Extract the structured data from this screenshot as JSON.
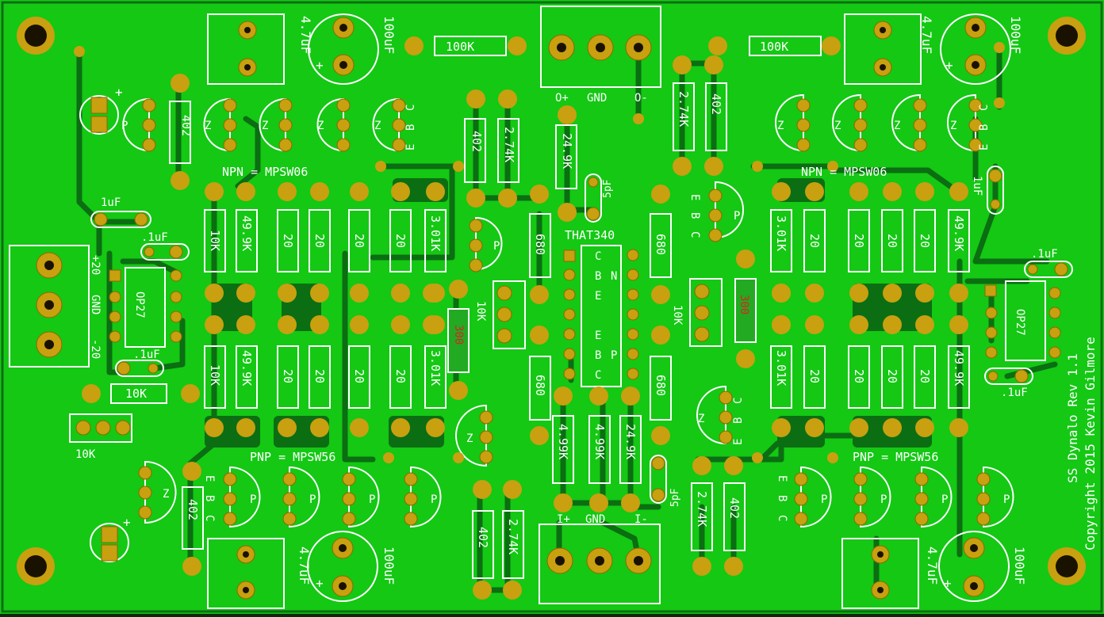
{
  "board": {
    "title": "SS Dynalo Rev 1.1",
    "copyright": "Copyright 2015 Kevin Gilmore",
    "colors": {
      "copper": "#14c814",
      "mask_dark": "#0b6e12",
      "pad": "#c8a010",
      "silk": "#ffffff",
      "value_red": "#e02020",
      "value_bg": "#22aa22"
    }
  },
  "labels": {
    "npn_left": "NPN = MPSW06",
    "npn_right": "NPN = MPSW06",
    "pnp_left": "PNP = MPSW56",
    "pnp_right": "PNP = MPSW56",
    "ic_center": "THAT340",
    "opamp_left": "OP27",
    "opamp_right": "OP27",
    "out_plus": "O+",
    "out_gnd": "GND",
    "out_minus": "O-",
    "in_plus": "I+",
    "in_gnd": "GND",
    "in_minus": "I-",
    "pwr_pos": "+20",
    "pwr_gnd": "GND",
    "pwr_neg": "-20"
  },
  "resistors": {
    "r100k_l": "100K",
    "r100k_r": "100K",
    "r402_tl": "402",
    "r402_tc": "402",
    "r274_tc": "2.74K",
    "r249_tc": "24.9K",
    "r274_tr": "2.74K",
    "r402_tr": "402",
    "r10k_a": "10K",
    "r499_a": "49.9K",
    "r20_a": "20",
    "r20_b": "20",
    "r20_c": "20",
    "r20_d": "20",
    "r301_a": "3.01K",
    "r10k_b": "10K",
    "r499_b": "49.9K",
    "r20_e": "20",
    "r20_f": "20",
    "r20_g": "20",
    "r20_h": "20",
    "r301_b": "3.01K",
    "r680_a": "680",
    "r680_b": "680",
    "r680_c": "680",
    "r680_d": "680",
    "r499k_a": "4.99K",
    "r499k_b": "4.99K",
    "r249_bc": "24.9K",
    "r301_c": "3.01K",
    "r20_i": "20",
    "r20_j": "20",
    "r20_k": "20",
    "r20_l": "20",
    "r499_c": "49.9K",
    "r301_d": "3.01K",
    "r20_m": "20",
    "r20_n": "20",
    "r20_o": "20",
    "r20_p": "20",
    "r499_d": "49.9K",
    "r10k_pot": "10K",
    "r10k_bl": "10K",
    "r402_bl": "402",
    "r402_bc": "402",
    "r274_bc": "2.74K",
    "r274_br": "2.74K",
    "r402_br": "402",
    "r300_l": "300",
    "r300_r": "300",
    "r10k_tl": "10K",
    "r10k_tr": "10K"
  },
  "capacitors": {
    "c47_tl": "4.7uF",
    "c100_tl": "100uF",
    "c47_tr": "4.7uF",
    "c100_tr": "100uF",
    "c47_bl": "4.7uF",
    "c100_bl": "100uF",
    "c47_br": "4.7uF",
    "c100_br": "100uF",
    "c1uf_l": "1uF",
    "c01_l1": ".1uF",
    "c01_l2": ".1uF",
    "c1uf_r": "1uF",
    "c01_r1": ".1uF",
    "c01_r2": ".1uF",
    "c5pf_t": "5pF",
    "c5pf_b": "5pF"
  },
  "transistor_letters": {
    "p": "P",
    "n": "Z",
    "e": "E",
    "b": "B",
    "c": "C"
  },
  "ic_pins": {
    "left": [
      "C",
      "B",
      "E",
      "E",
      "B",
      "C"
    ],
    "right": [
      "N",
      "P"
    ]
  }
}
